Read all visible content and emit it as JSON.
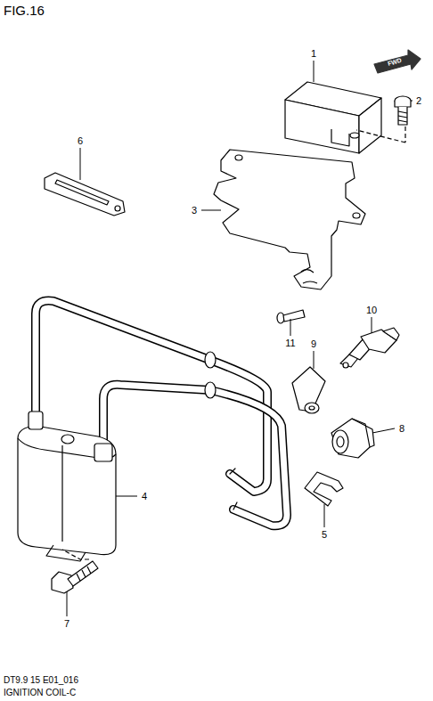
{
  "diagram": {
    "title": "FIG.16",
    "labels": [
      "1",
      "2",
      "3",
      "4",
      "5",
      "6",
      "7",
      "8",
      "9",
      "10",
      "11",
      "FWD",
      "DT9.9 15 E01_016",
      "IGNITION COIL-C"
    ]
  }
}
